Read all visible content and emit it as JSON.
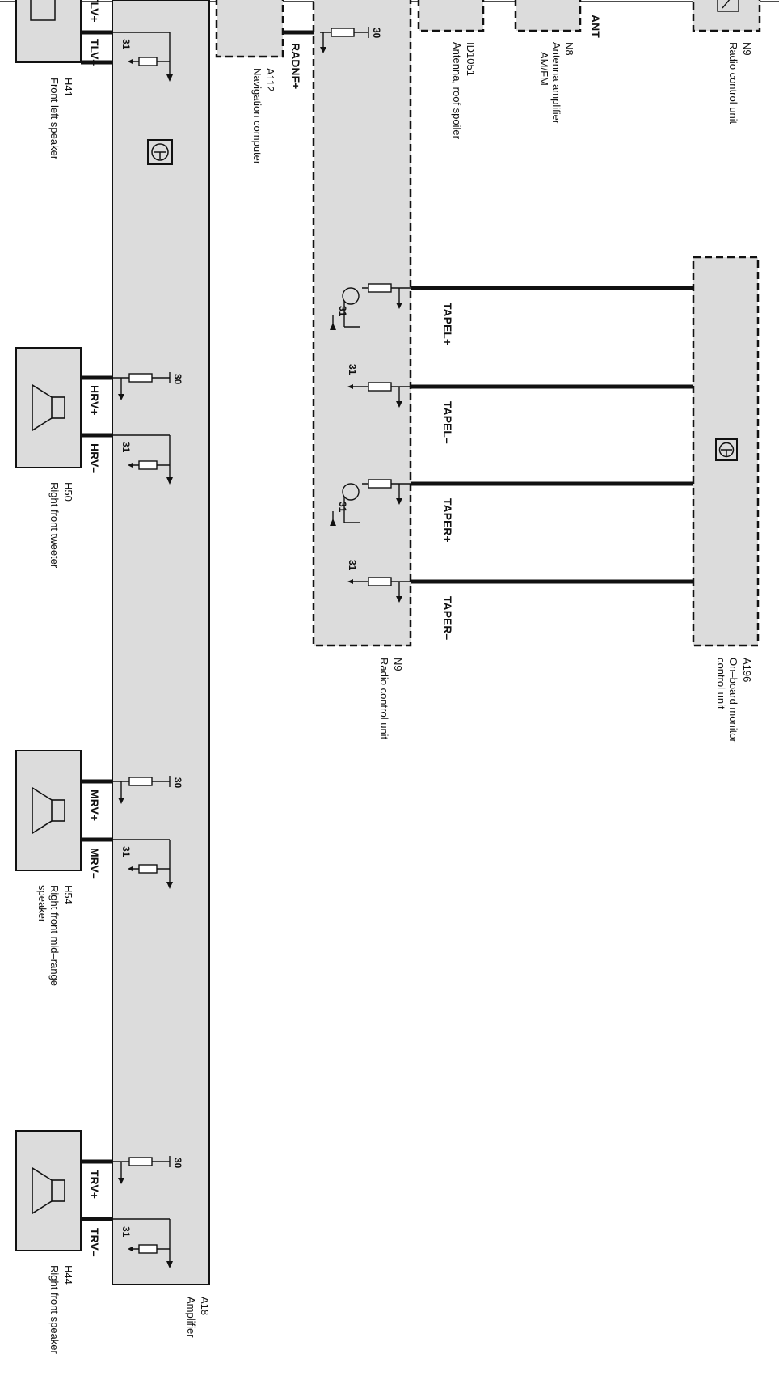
{
  "components": {
    "h41": {
      "code": "H41",
      "name": "Front left speaker"
    },
    "a112": {
      "code": "A112",
      "name": "Navigation computer"
    },
    "id1051": {
      "code": "ID1051",
      "name": "Antenna, roof spoiler"
    },
    "n8": {
      "code": "N8",
      "name1": "Antenna amplifier",
      "name2": "AM/FM"
    },
    "n9_top": {
      "code": "N9",
      "name": "Radio control unit"
    },
    "h50": {
      "code": "H50",
      "name": "Right front tweeter"
    },
    "n9": {
      "code": "N9",
      "name": "Radio control unit"
    },
    "a196": {
      "code": "A196",
      "name1": "On–board monitor",
      "name2": "control unit"
    },
    "h54": {
      "code": "H54",
      "name1": "Right front mid–range",
      "name2": "speaker"
    },
    "h44": {
      "code": "H44",
      "name": "Right front speaker"
    },
    "a18": {
      "code": "A18",
      "name": "Amplifier"
    }
  },
  "pins": {
    "tlv_plus": "TLV+",
    "tlv_minus": "TLV–",
    "radnf": "RADNF+",
    "ant": "ANT",
    "hrv_plus": "HRV+",
    "hrv_minus": "HRV–",
    "mrv_plus": "MRV+",
    "mrv_minus": "MRV–",
    "trv_plus": "TRV+",
    "trv_minus": "TRV–",
    "tapel_plus": "TAPEL+",
    "tapel_minus": "TAPEL–",
    "taper_plus": "TAPER+",
    "taper_minus": "TAPER–"
  },
  "terminals": {
    "t30": "30",
    "t31": "31"
  }
}
